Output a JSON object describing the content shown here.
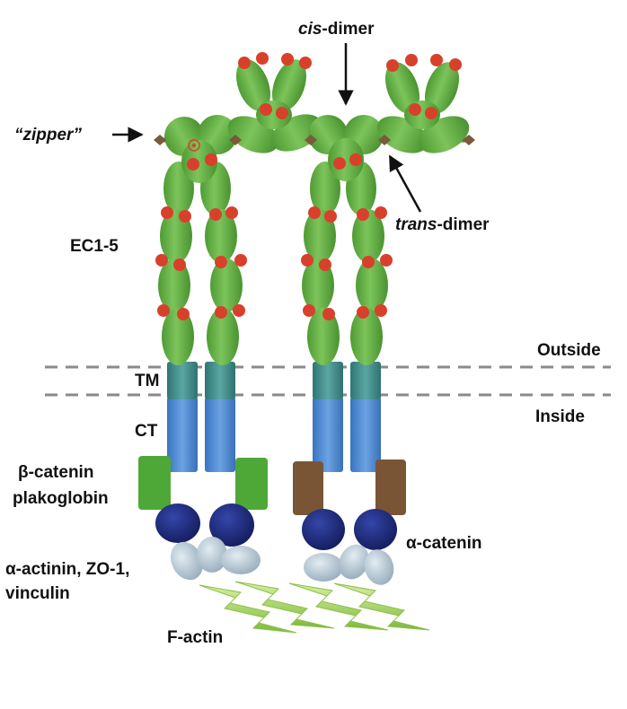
{
  "labels": {
    "cis_italic": "cis",
    "cis_rest": "-dimer",
    "zipper": "“zipper”",
    "trans_italic": "trans",
    "trans_rest": "-dimer",
    "ec": "EC1-5",
    "outside": "Outside",
    "tm": "TM",
    "inside": "Inside",
    "ct": "CT",
    "beta_catenin": "β-catenin",
    "plakoglobin": "plakoglobin",
    "alpha_catenin": "α-catenin",
    "actinin_line1": "α-actinin, ZO-1,",
    "actinin_line2": "vinculin",
    "f_actin": "F-actin"
  },
  "colors": {
    "ec_domain": "#5aa83c",
    "ec_highlight": "#7cc45a",
    "calcium": "#d9402b",
    "linker": "#7a5a3a",
    "tm": "#3f8a88",
    "ct": "#4a86d0",
    "beta_catenin": "#4ea838",
    "plakoglobin_box": "#7a5535",
    "alpha_catenin": "#1f2b7a",
    "actinin": "#b6c7d3",
    "f_actin": "#a6d45c",
    "membrane_line": "#888888"
  }
}
